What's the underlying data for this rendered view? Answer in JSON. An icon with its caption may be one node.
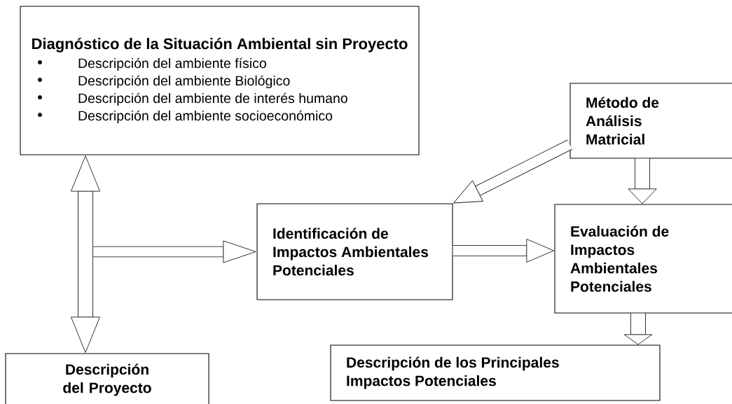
{
  "diagram": {
    "nodes": [
      {
        "text": [
          "Diagnóstico de la Situación Ambiental sin Proyecto",
          "Descripción del ambiente físico",
          "Descripción del ambiente Biológico",
          "Descripción del ambiente de interés humano",
          "Descripción del ambiente socioeconómico"
        ]
      },
      {
        "text": [
          "Descripción del Proyecto"
        ]
      },
      {
        "text": [
          "Identificación de Impactos Ambientales Potenciales"
        ]
      },
      {
        "text": [
          "Método de Análisis Matricial"
        ]
      },
      {
        "text": [
          "Evaluación de Impactos Ambientales Potenciales"
        ]
      },
      {
        "text": [
          "Descripción de los Principales Impactos Potenciales"
        ]
      }
    ],
    "edges": [
      {
        "from": 0,
        "to": 1,
        "arrow": "both"
      },
      {
        "from": null,
        "to": 2,
        "arrow": "to"
      },
      {
        "from": 3,
        "to": 2,
        "arrow": "to"
      },
      {
        "from": 2,
        "to": 4,
        "arrow": "to"
      },
      {
        "from": 3,
        "to": 4,
        "arrow": "to"
      },
      {
        "from": 4,
        "to": 5,
        "arrow": "to"
      }
    ]
  }
}
